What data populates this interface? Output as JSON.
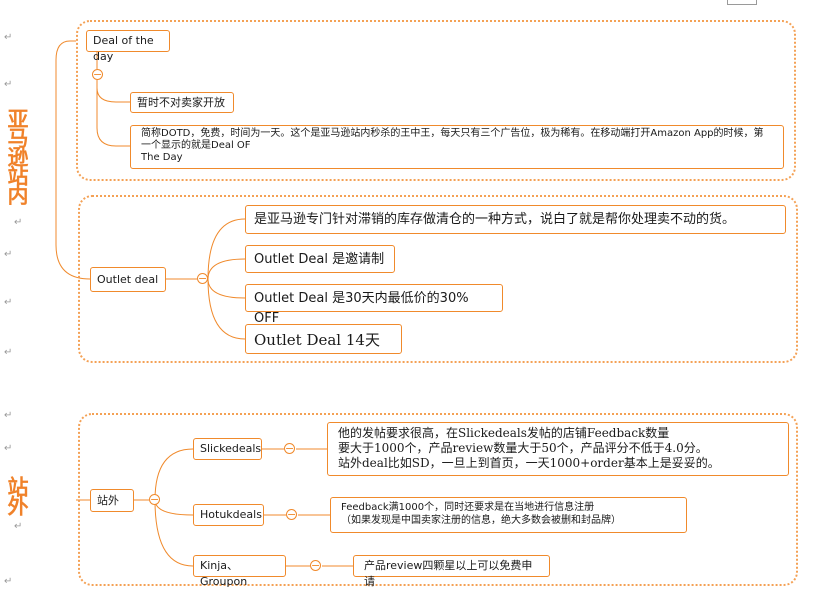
{
  "sidebar_labels": {
    "onsite": "亚马逊站内",
    "offsite": "站外"
  },
  "onsite": {
    "deal_of_the_day": {
      "label": "Deal of the day",
      "not_open": "暂时不对卖家开放",
      "description": "简称DOTD，免费，时间为一天。这个是亚马逊站内秒杀的王中王，每天只有三个广告位，极为稀有。在移动端打开Amazon App的时候，第一个显示的就是Deal OF\nThe Day"
    },
    "outlet_deal": {
      "label": "Outlet deal",
      "items": [
        "是亚马逊专门针对滞销的库存做清仓的一种方式，说白了就是帮你处理卖不动的货。",
        "Outlet Deal 是邀请制",
        "Outlet Deal 是30天内最低价的30% OFF",
        "Outlet Deal 14天"
      ]
    }
  },
  "offsite": {
    "label": "站外",
    "branches": [
      {
        "label": "Slickedeals",
        "detail": "他的发帖要求很高，在Slickedeals发帖的店铺Feedback数量\n要大于1000个，产品review数量大于50个，产品评分不低于4.0分。\n站外deal比如SD，一旦上到首页，一天1000+order基本上是妥妥的。"
      },
      {
        "label": "Hotukdeals",
        "detail": "Feedback满1000个，同时还要求是在当地进行信息注册\n（如果发现是中国卖家注册的信息，绝大多数会被删和封品牌）"
      },
      {
        "label": "Kinja、 Groupon",
        "detail": "产品review四颗星以上可以免费申请"
      }
    ]
  },
  "symbols": {
    "collapse": "−",
    "para": "↵"
  },
  "colors": {
    "accent": "#f08a2c",
    "group_border": "#f4a155",
    "title": "#f0822a"
  }
}
